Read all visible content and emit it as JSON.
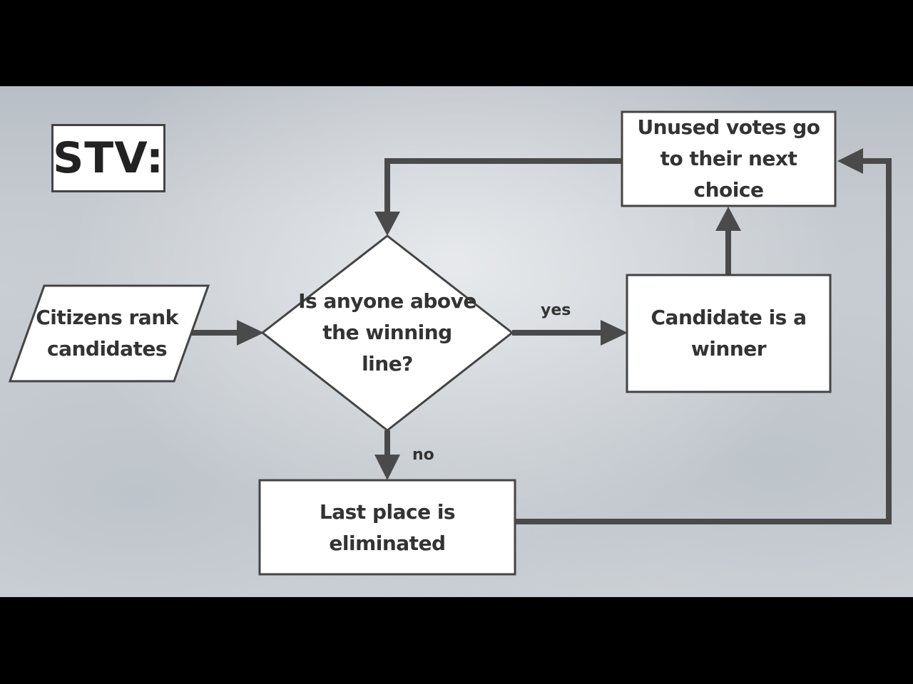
{
  "diagram": {
    "title": "STV:",
    "nodes": {
      "input": "Citizens rank candidates",
      "decision": "Is anyone above the winning line?",
      "winner": "Candidate is a winner",
      "eliminated": "Last place is eliminated",
      "transfer": "Unused votes go to their next choice"
    },
    "edges": {
      "yes": "yes",
      "no": "no"
    }
  }
}
